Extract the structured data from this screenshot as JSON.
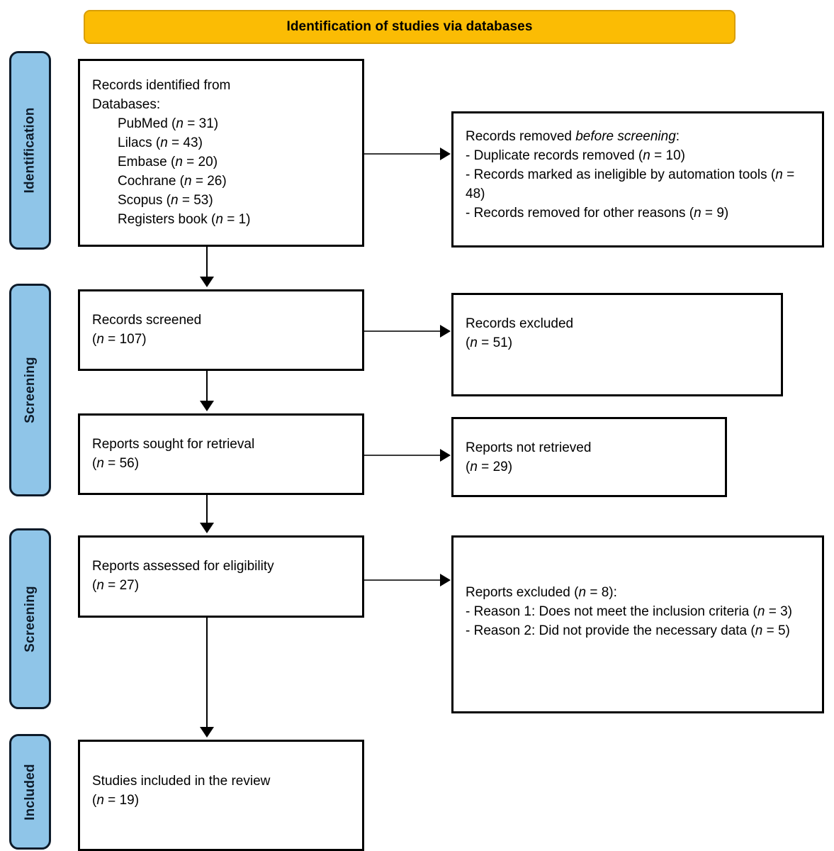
{
  "banner": {
    "title": "Identification of studies via databases",
    "color": "#fbbc04"
  },
  "stages": [
    {
      "id": "identification",
      "label": "Identification",
      "color": "#8fc5e8"
    },
    {
      "id": "screening-1",
      "label": "Screening",
      "color": "#8fc5e8"
    },
    {
      "id": "screening-2",
      "label": "Screening",
      "color": "#8fc5e8"
    },
    {
      "id": "included",
      "label": "Included",
      "color": "#8fc5e8"
    }
  ],
  "boxes": {
    "identified": {
      "title_line_1": "Records identified from",
      "title_line_2": "Databases:",
      "sources": [
        {
          "name": "PubMed",
          "n": "(n = 31)",
          "n_prefix": "(",
          "n_value": "31"
        },
        {
          "name": "Lilacs",
          "n": "(n = 43)",
          "n_prefix": "(",
          "n_value": "43"
        },
        {
          "name": "Embase",
          "n": "(n = 20)",
          "n_prefix": "(",
          "n_value": "20"
        },
        {
          "name": "Cochrane",
          "n": "(n = 26)",
          "n_prefix": "(",
          "n_value": "26"
        },
        {
          "name": "Scopus",
          "n": "(n = 53)",
          "n_prefix": "(",
          "n_value": "53"
        },
        {
          "name": "Registers book",
          "n": "(n = 1)",
          "n_prefix": "(",
          "n_value": "1"
        }
      ]
    },
    "removed": {
      "heading_pre": "Records removed ",
      "heading_em": "before screening",
      "heading_post": ":",
      "items": [
        {
          "text_pre": "- Duplicate records removed (",
          "n_value": "10",
          "text_post": ")"
        },
        {
          "text_pre": "- Records marked as ineligible by automation tools (",
          "n_value": "48",
          "text_post": ")"
        },
        {
          "text_pre": "- Records removed for other reasons (",
          "n_value": "9",
          "text_post": ")"
        }
      ]
    },
    "screened": {
      "title": "Records screened",
      "n_value": "107"
    },
    "excluded": {
      "title": "Records excluded",
      "n_value": "51"
    },
    "sought": {
      "title": "Reports sought for retrieval",
      "n_value": "56"
    },
    "not_retrieved": {
      "title": "Reports not retrieved",
      "n_value": "29"
    },
    "assessed": {
      "title": "Reports assessed for eligibility",
      "n_value": "27"
    },
    "reports_excluded": {
      "heading_pre": "Reports excluded (",
      "heading_n": "8",
      "heading_post": "):",
      "items": [
        {
          "text_pre": "- Reason 1: Does not meet the inclusion criteria (",
          "n_value": "3",
          "text_post": ")"
        },
        {
          "text_pre": "- Reason 2: Did not provide the necessary data (",
          "n_value": "5",
          "text_post": ")"
        }
      ]
    },
    "included": {
      "title": "Studies included in the review",
      "n_value": "19"
    }
  },
  "flow": {
    "n_symbol": "n",
    "equals": " = "
  }
}
